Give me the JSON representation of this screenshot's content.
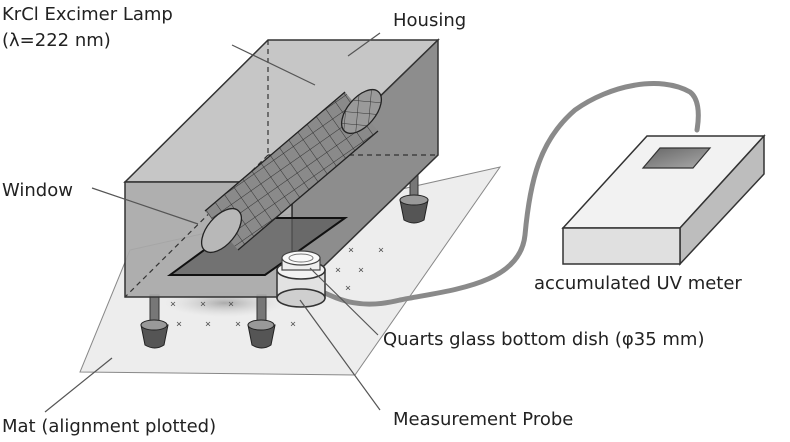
{
  "labels": {
    "lamp_line1": "KrCl Excimer Lamp",
    "lamp_line2": "(λ=222 nm)",
    "housing": "Housing",
    "window": "Window",
    "uv_meter": "accumulated UV meter",
    "dish": "Quarts glass bottom  dish (φ35 mm)",
    "probe": "Measurement Probe",
    "mat": "Mat (alignment plotted)"
  },
  "alignment_mark": "×"
}
